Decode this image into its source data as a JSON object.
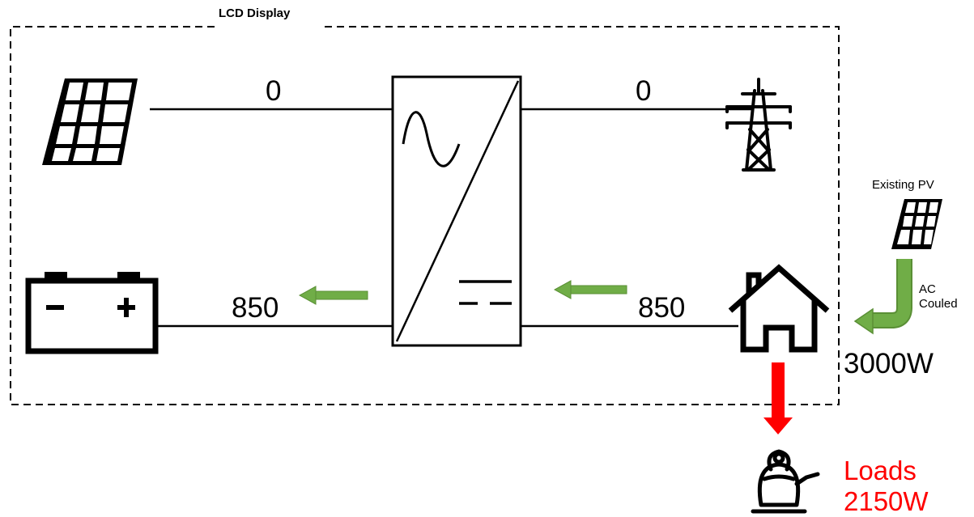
{
  "title": "LCD Display",
  "values": {
    "solar": "0",
    "grid": "0",
    "battery": "850",
    "home": "850"
  },
  "existing_pv": {
    "label": "Existing PV",
    "ac_line1": "AC",
    "ac_line2": "Couled",
    "power": "3000W"
  },
  "loads": {
    "label": "Loads",
    "power": "2150W"
  },
  "colors": {
    "flow_arrow": "#70ad47",
    "load_arrow": "#ff0000",
    "load_text": "#ff0000"
  },
  "icons": [
    "solar-panel-icon",
    "pylon-icon",
    "battery-icon",
    "house-icon",
    "kettle-icon",
    "inverter-icon"
  ]
}
